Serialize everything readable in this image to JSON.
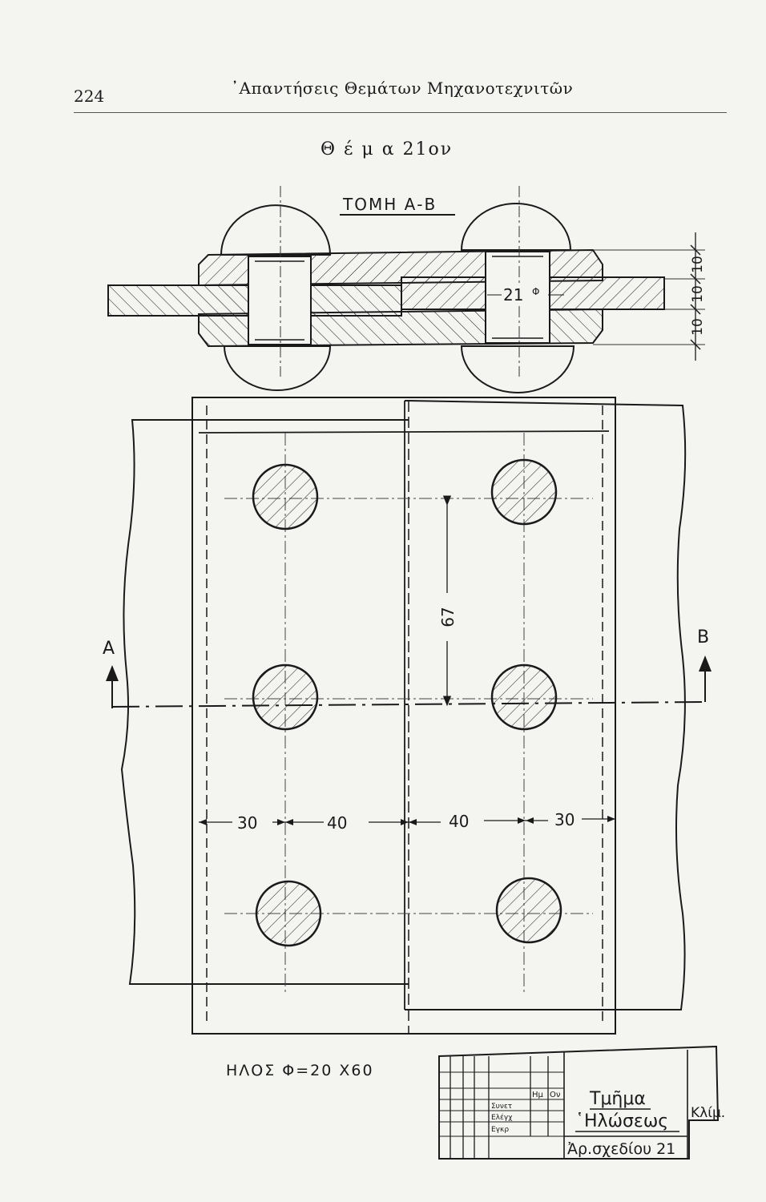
{
  "header": {
    "page_number": "224",
    "running_title": "᾿Απαντήσεις Θεμάτων Μηχανοτεχνιτῶν"
  },
  "topic_title": "Θ έ μ α 21ον",
  "section_view": {
    "title": "ΤΟΜΗ Α-Β",
    "hole_diameter_label": "21",
    "phi_symbol": "Φ",
    "thickness_dims": [
      "10",
      "10",
      "10"
    ]
  },
  "plan_view": {
    "section_marker_left": "A",
    "section_marker_right": "B",
    "pitch_dim": "67",
    "horizontal_dims": [
      "30",
      "40",
      "40",
      "30"
    ]
  },
  "rivet_spec": "ΗΛΟΣ Φ=20 X60",
  "title_block": {
    "col_header_name": "Ημ",
    "col_header_date": "Ον",
    "row_drawn": "Συνετ",
    "row_checked": "Ελέγχ",
    "row_approved": "Εγκρ",
    "department_line1": "Τμῆμα",
    "department_line2": "῾Ηλώσεως",
    "drawing_number": "Ἀρ.σχεδίου 21",
    "scale_label": "Κλίμ."
  }
}
